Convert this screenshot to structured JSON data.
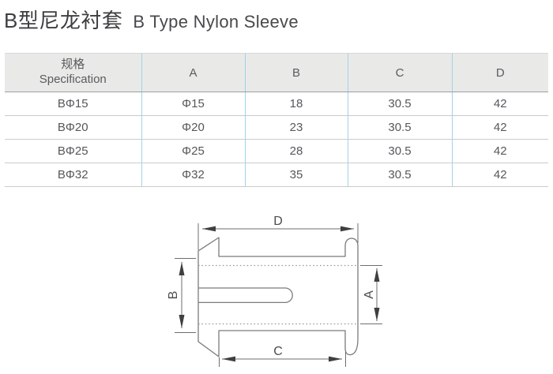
{
  "title": {
    "zh": "B型尼龙衬套",
    "en": "B Type Nylon Sleeve"
  },
  "table": {
    "spec_header": {
      "zh": "规格",
      "en": "Specification"
    },
    "columns": [
      "A",
      "B",
      "C",
      "D"
    ],
    "rows": [
      {
        "spec": "BΦ15",
        "A": "Φ15",
        "B": "18",
        "C": "30.5",
        "D": "42"
      },
      {
        "spec": "BΦ20",
        "A": "Φ20",
        "B": "23",
        "C": "30.5",
        "D": "42"
      },
      {
        "spec": "BΦ25",
        "A": "Φ25",
        "B": "28",
        "C": "30.5",
        "D": "42"
      },
      {
        "spec": "BΦ32",
        "A": "Φ32",
        "B": "35",
        "C": "30.5",
        "D": "42"
      }
    ]
  },
  "drawing": {
    "labels": {
      "top": "D",
      "left": "B",
      "right": "A",
      "bottom": "C"
    }
  },
  "colors": {
    "header_bg": "#e9e9e8",
    "column_divider": "#9ed4e8",
    "row_line": "#cbcbcb",
    "header_bottom_line": "#9f9f9f",
    "text": "#56575b",
    "outline": "#7b7b7b",
    "arrow": "#3f3f3f"
  }
}
